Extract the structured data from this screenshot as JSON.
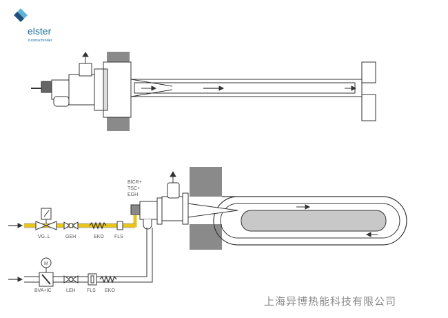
{
  "logo": {
    "name": "elster",
    "sub": "Kromschröder"
  },
  "labels": {
    "valve_gas": "VG..L",
    "gas_filter": "GEH",
    "gas_hose": "EKO",
    "gas_flow": "FLS",
    "air_valve": "BVA+IC",
    "air_filter": "LEH",
    "air_flow": "FLS",
    "air_hose": "EKO",
    "motor": "M",
    "burner_1": "BICR+",
    "burner_2": "TSC+",
    "burner_3": "EGH"
  },
  "colors": {
    "gas_line": "#e8c619",
    "wall": "#8a8a8a",
    "logo": "#1e6f9c"
  },
  "footer": "上海异博热能科技有限公司"
}
